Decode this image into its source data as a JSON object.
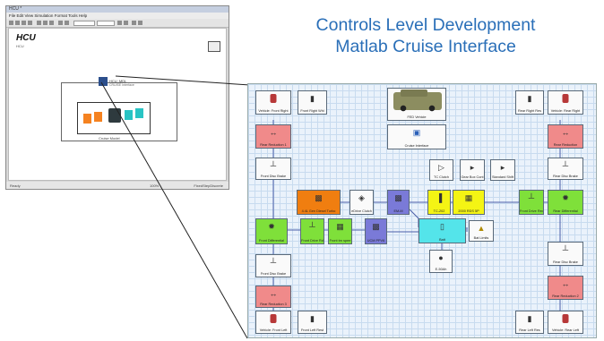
{
  "slide": {
    "title_line1": "Controls Level Development",
    "title_line2": "Matlab Cruise Interface"
  },
  "simulink_window": {
    "window_title": "HCU *",
    "menu": "File  Edit  View  Simulation  Format  Tools  Help",
    "model_title": "HCU",
    "model_subtitle": "HCU",
    "subsystem_label": "HCU_MDL",
    "subsystem_sublabel": "CRUISE Interface",
    "inner_label": "Cruise Model",
    "status_left": "Ready",
    "status_mid": "100%",
    "status_right": "FixedStepDiscrete"
  },
  "cruise_diagram": {
    "blocks": {
      "vehicle_front_right": "Vehicle: Front Right",
      "front_right_whl": "Front Right Whl",
      "fed_vehicle": "FED Vehicle",
      "cruise_interface": "Cruise Interface",
      "rear_right_res": "Rear Right Res",
      "vehicle_rear_right": "Vehicle: Rear Right",
      "rear_reduction_r": "Rear Reduction",
      "rear_reduction_l": "Rear Reduction 2",
      "front_reduction_r": "Rear Reduction 1",
      "front_reduction_l": "Rear Reduction 3",
      "front_disc_brake_r": "Front Disc Brake",
      "front_disc_brake_l": "Front Disc Brake",
      "rear_disc_brake_r": "Rear Disc Brake",
      "rear_disc_brake_l": "Rear Disc Brake",
      "tc_clutch": "TC Clutch",
      "gear_box_cont": "Gear Box Cont",
      "standard_shift": "Standard Shift",
      "engine": "4.4L Gen Diesel Turbo",
      "edrive_clutch": "eDrive Clutch",
      "em_m": "EM-M",
      "tc_202": "TC-202",
      "allison_gearbox": "2000 RDS 5P",
      "front_drive_red": "Front Drive Red",
      "rear_differential": "Rear Differential",
      "front_differential": "Front Differential",
      "front_drive_rd": "Front Drive Rd",
      "front_trn_spee": "Front trn spee",
      "ucm_ppv": "UCM PPV6",
      "bat": "Batt",
      "bat_limits": "Bat Limits",
      "es_ne": "E-50Ah",
      "vehicle_front_left": "Vehicle: Front Left",
      "front_left_res": "Front Left Rest",
      "rear_left_res": "Rear Left Res",
      "vehicle_rear_left": "Vehicle: Rear Left"
    }
  },
  "colors": {
    "title": "#2a6fb8",
    "red_block": "#f08a8a",
    "green_block": "#7fe03a",
    "orange_block": "#f07e10",
    "purple_block": "#7a7ad8",
    "yellow_block": "#f4f414",
    "cyan_block": "#54e4ea",
    "grid_bg": "#eaf2fb"
  }
}
